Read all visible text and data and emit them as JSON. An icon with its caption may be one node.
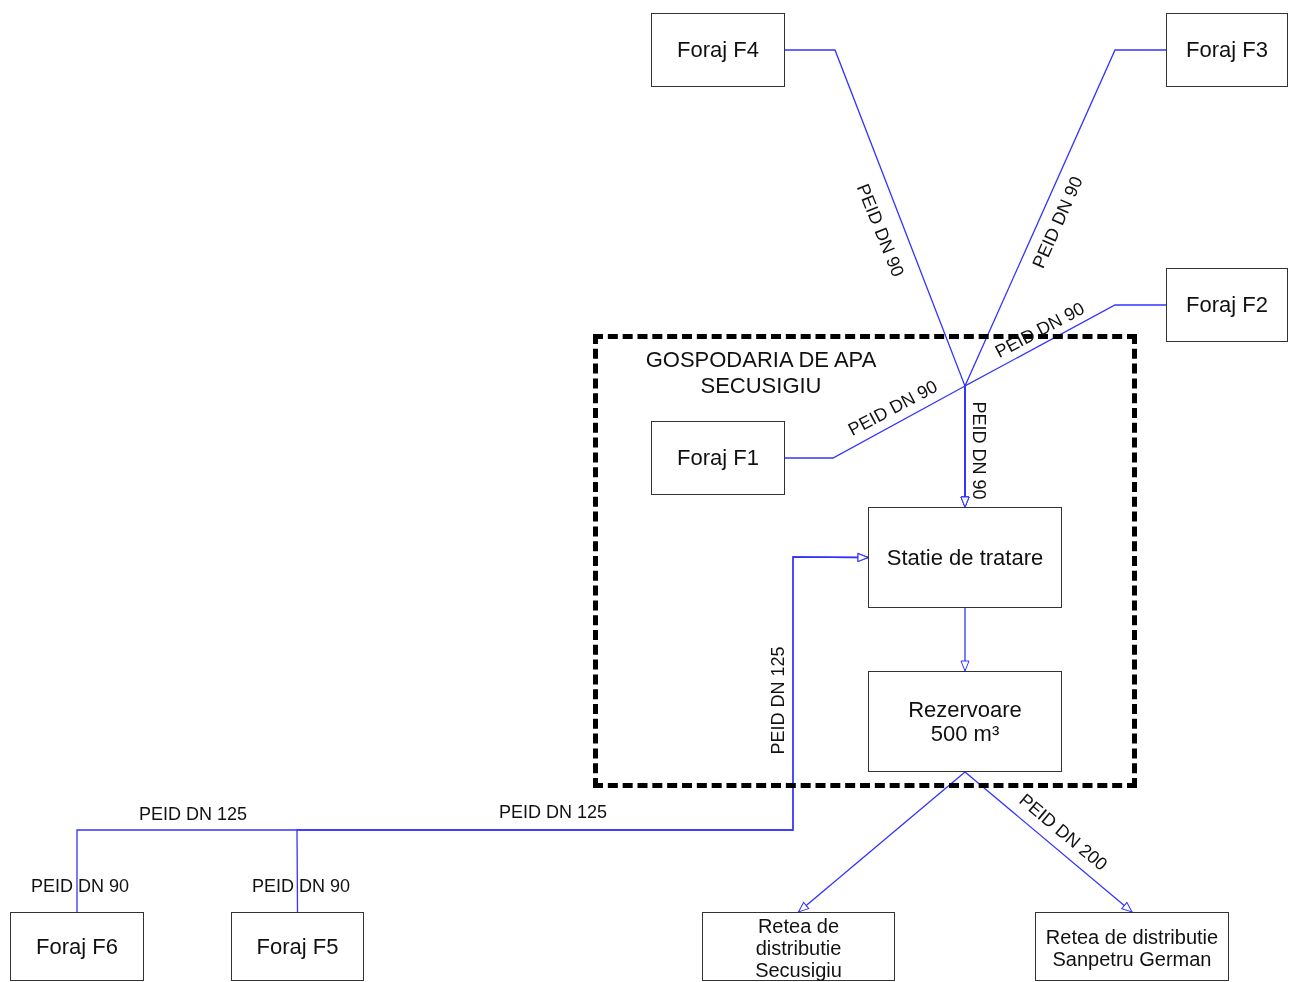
{
  "diagram": {
    "nodes": [
      {
        "text": [
          "GOSPODARIA DE APA SECUSIGIU"
        ]
      },
      {
        "text": [
          "Foraj F4"
        ]
      },
      {
        "text": [
          "Foraj F3"
        ]
      },
      {
        "text": [
          "Foraj F2"
        ]
      },
      {
        "text": [
          "Foraj F1"
        ],
        "in": 0
      },
      {
        "text": [
          "Statie de tratare"
        ],
        "in": 0
      },
      {
        "text": [
          "Rezervoare 500 m³"
        ],
        "in": 0
      },
      {
        "text": [
          "Retea de distributie Secusigiu"
        ]
      },
      {
        "text": [
          "Retea de distributie Sanpetru German"
        ]
      },
      {
        "text": [
          "Foraj F6"
        ]
      },
      {
        "text": [
          "Foraj F5"
        ]
      }
    ],
    "edges": [
      {
        "from": 1,
        "to": 5,
        "arrow": "to",
        "label": "PEID DN 90"
      },
      {
        "from": 2,
        "to": 5,
        "arrow": "to",
        "label": "PEID DN 90"
      },
      {
        "from": 3,
        "to": 5,
        "arrow": "to",
        "label": "PEID DN 90"
      },
      {
        "from": 4,
        "to": 5,
        "arrow": "to",
        "label": "PEID DN 90"
      },
      {
        "from": 5,
        "to": 6,
        "arrow": "to"
      },
      {
        "from": 6,
        "to": 7,
        "arrow": "to"
      },
      {
        "from": 6,
        "to": 8,
        "arrow": "to",
        "label": "PEID DN 200"
      },
      {
        "from": 9,
        "to": 5,
        "arrow": "to",
        "label": "PEID DN 90"
      },
      {
        "from": 10,
        "to": 5,
        "arrow": "to",
        "label": "PEID DN 90"
      }
    ],
    "labels": [
      "PEID DN 90",
      "PEID DN 125",
      "PEID DN 125",
      "PEID DN 125"
    ]
  }
}
